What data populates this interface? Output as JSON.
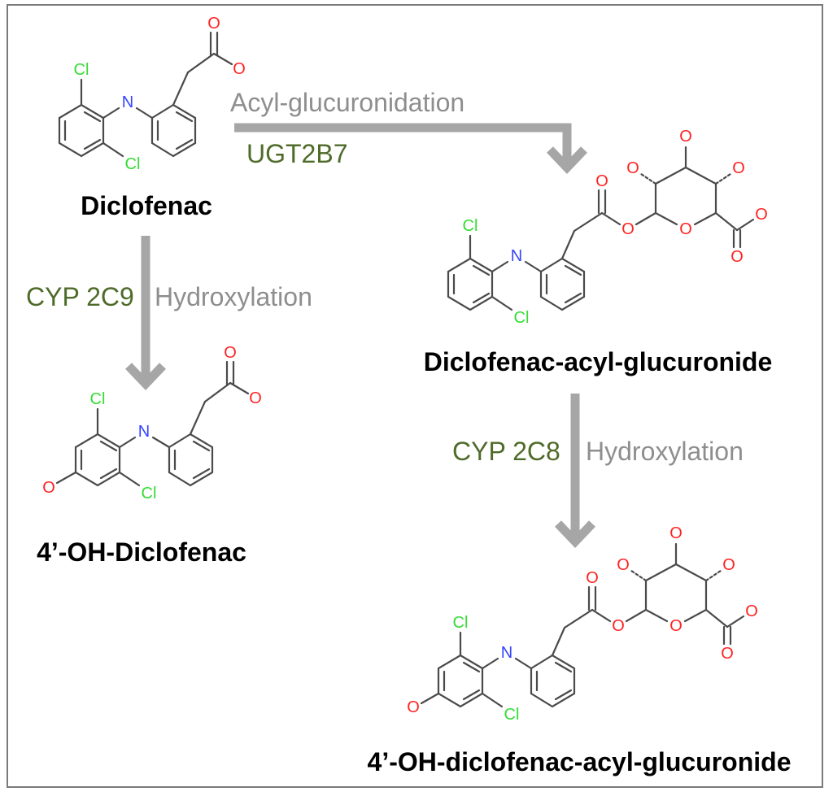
{
  "atoms": {
    "cl": "Cl",
    "n": "N",
    "o": "O"
  },
  "compounds": {
    "diclofenac": "Diclofenac",
    "oh_diclofenac": "4’-OH-Diclofenac",
    "acyl_glucuronide": "Diclofenac-acyl-glucuronide",
    "oh_acyl_glucuronide": "4’-OH-diclofenac-acyl-glucuronide"
  },
  "reactions": {
    "glucuronidation": {
      "reaction": "Acyl-glucuronidation",
      "enzyme": "UGT2B7"
    },
    "hydroxylation_2c9": {
      "enzyme": "CYP 2C9",
      "reaction": "Hydroxylation"
    },
    "hydroxylation_2c8": {
      "enzyme": "CYP 2C8",
      "reaction": "Hydroxylation"
    }
  },
  "colors": {
    "chlorine": "#33dd33",
    "nitrogen": "#3344ff",
    "oxygen": "#ff2222",
    "enzyme_text": "#4f6b2a",
    "reaction_text": "#8e8e8e",
    "arrow": "#a6a6a6",
    "bond": "#4a4a4a"
  }
}
